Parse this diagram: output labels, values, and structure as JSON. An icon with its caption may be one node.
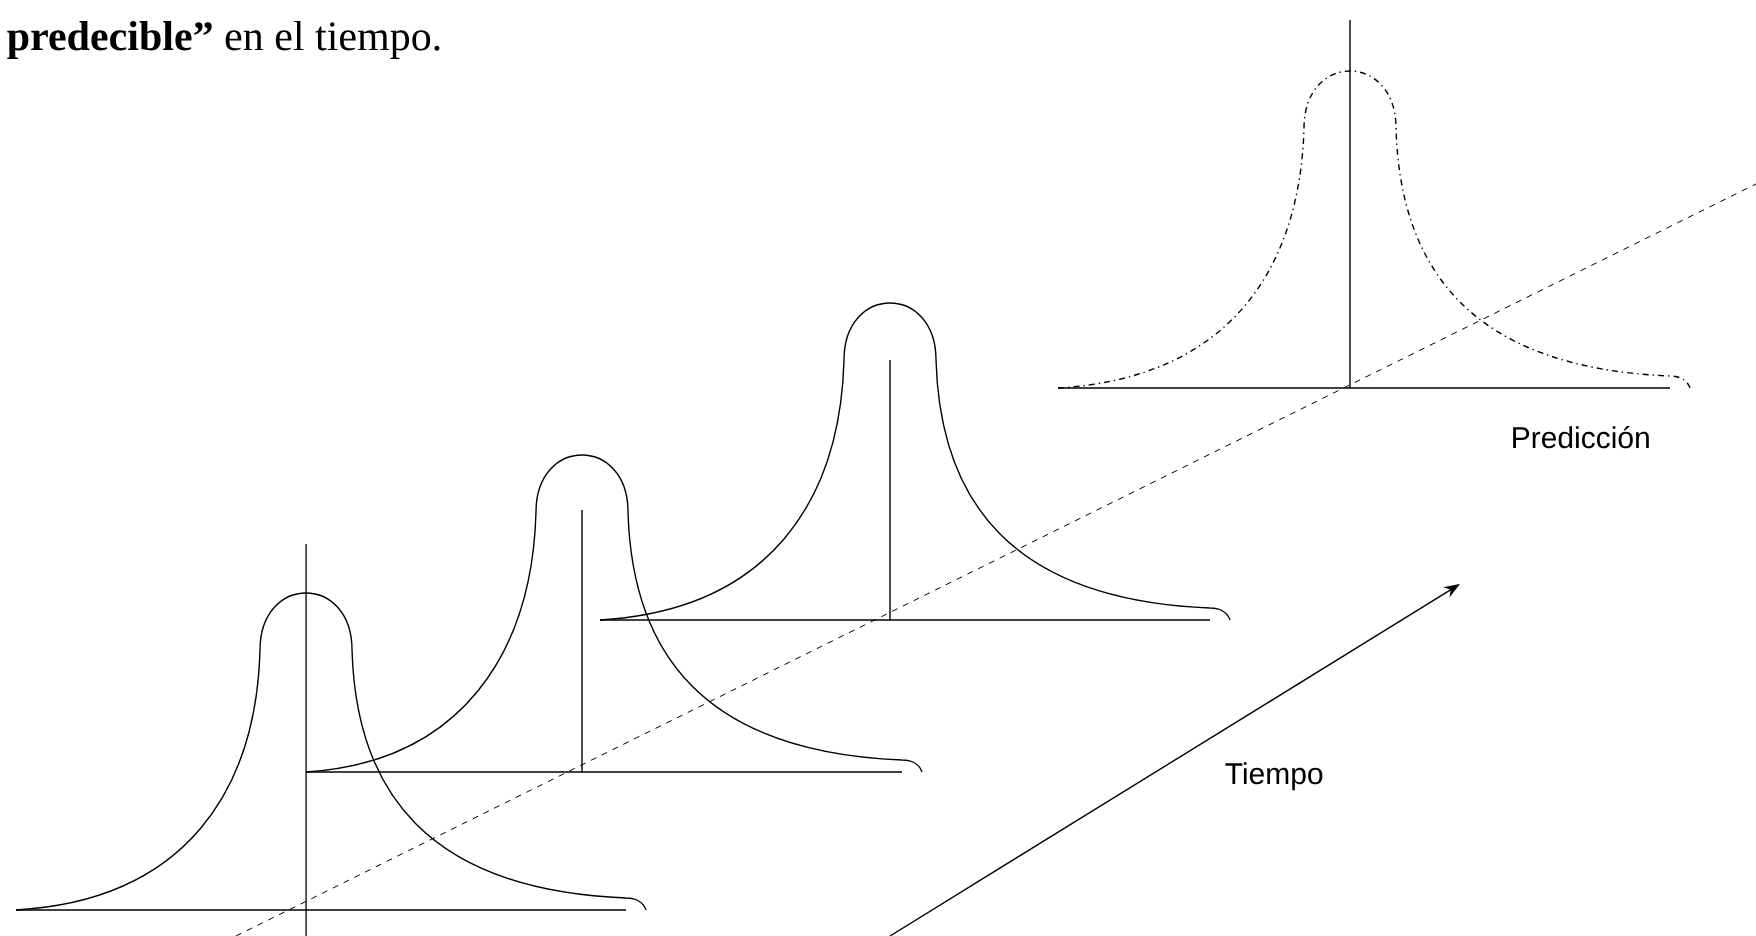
{
  "diagram": {
    "labels": [
      "**predecible”** en el tiempo.",
      "Predicción",
      "Tiempo"
    ]
  }
}
